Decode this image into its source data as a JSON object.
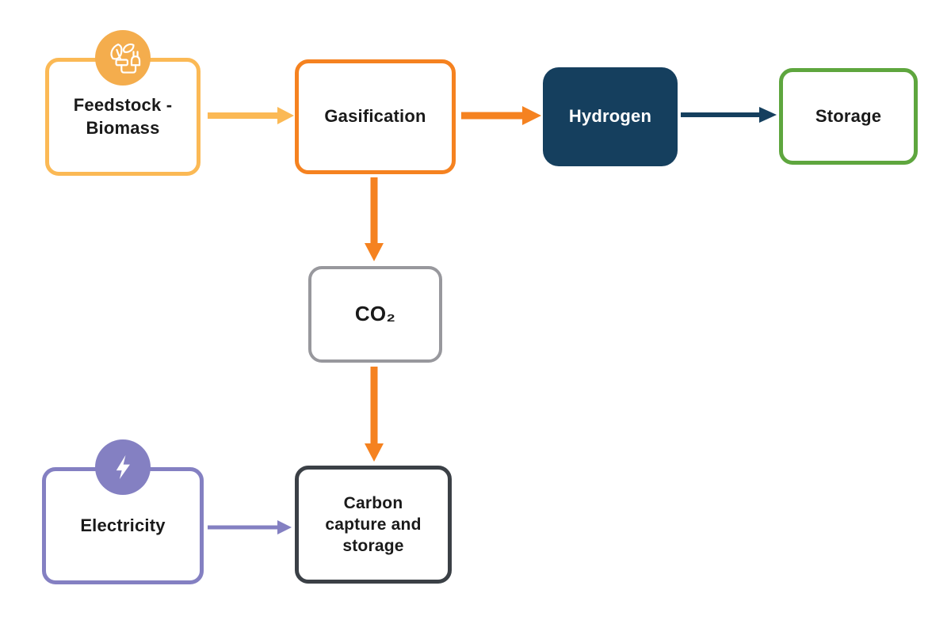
{
  "diagram": {
    "nodes": {
      "feedstock": {
        "label": "Feedstock - Biomass",
        "border_color": "#FBB955",
        "icon": "biomass-plant-plug-icon",
        "icon_bg": "#F4AD4D"
      },
      "gasification": {
        "label": "Gasification",
        "border_color": "#F58220"
      },
      "hydrogen": {
        "label": "Hydrogen",
        "fill_color": "#153F5E",
        "text_color": "#FFFFFF"
      },
      "storage": {
        "label": "Storage",
        "border_color": "#5EA63E"
      },
      "co2": {
        "label": "CO₂",
        "border_color": "#98989D"
      },
      "ccs": {
        "label": "Carbon capture and storage",
        "border_color": "#3B4046"
      },
      "electricity": {
        "label": "Electricity",
        "border_color": "#8480C2",
        "icon": "lightning-bolt-icon",
        "icon_bg": "#8480C2"
      }
    },
    "edges": [
      {
        "from": "feedstock",
        "to": "gasification",
        "color": "#FBB955"
      },
      {
        "from": "gasification",
        "to": "hydrogen",
        "color": "#F58220"
      },
      {
        "from": "hydrogen",
        "to": "storage",
        "color": "#153F5E"
      },
      {
        "from": "gasification",
        "to": "co2",
        "color": "#F58220"
      },
      {
        "from": "co2",
        "to": "ccs",
        "color": "#F58220"
      },
      {
        "from": "electricity",
        "to": "ccs",
        "color": "#8480C2"
      }
    ],
    "colors": {
      "background": "#FFFFFF",
      "text": "#1A1A1A",
      "amber": "#FBB955",
      "amber_badge": "#F4AD4D",
      "orange": "#F58220",
      "navy": "#153F5E",
      "green": "#5EA63E",
      "gray": "#98989D",
      "charcoal": "#3B4046",
      "purple": "#8480C2"
    }
  }
}
